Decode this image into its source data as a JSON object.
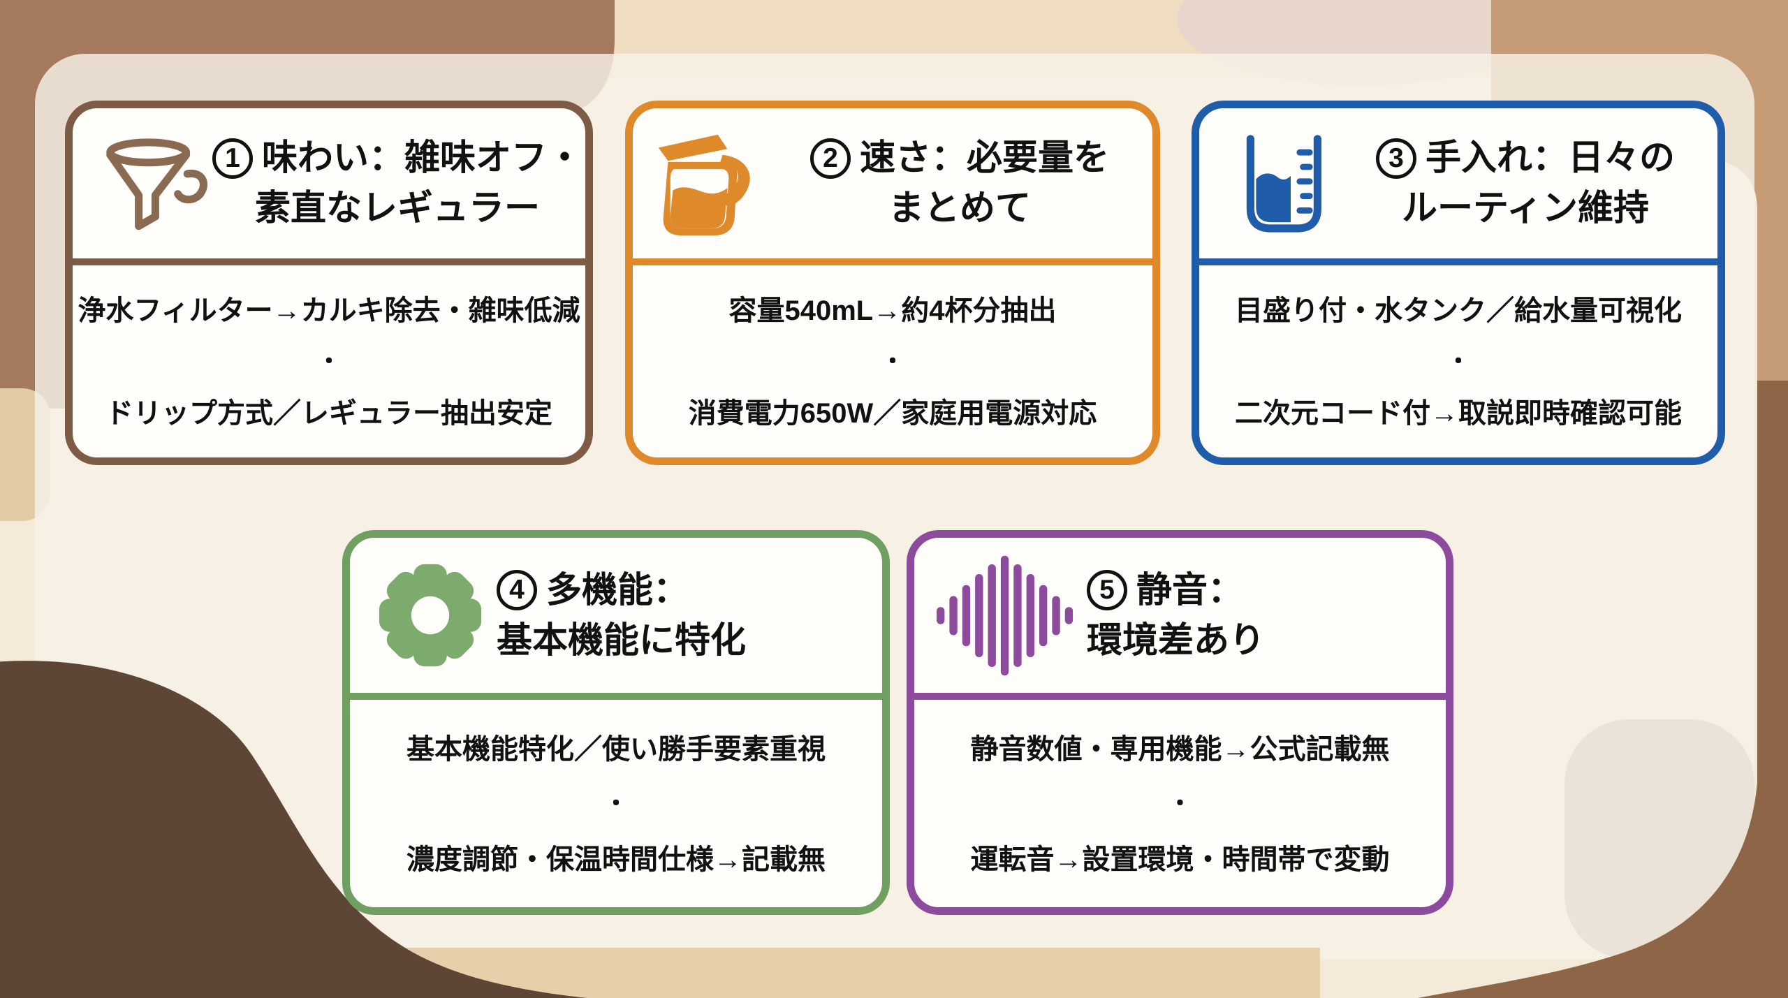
{
  "colors": {
    "base": "#f3ead9",
    "peach_top": "#f0dcc0",
    "mauve_blob": "#e8d6cc",
    "brown_top_left": "#a5795c",
    "tan_top_right": "#c59c76",
    "tan_left": "#e3cba6",
    "dark_brown_bottom_left": "#5e4637",
    "tan_bottom": "#e7cfa9",
    "brown_bottom_right": "#8f6547",
    "panel": "rgba(247,241,232,0.82)",
    "panel_inner_blob": "rgba(173,149,134,0.14)",
    "card_background": "#fffefb",
    "text": "#111111"
  },
  "cards": [
    {
      "number": "1",
      "icon": "funnel-icon",
      "accent": "#7d5b45",
      "icon_color": "#8a6a50",
      "title_line1": "味わい：雑味オフ・",
      "title_line2": "素直なレギュラー",
      "body_line1": "浄水フィルター→カルキ除去・雑味低減",
      "separator": "・",
      "body_line2": "ドリップ方式／レギュラー抽出安定"
    },
    {
      "number": "2",
      "icon": "carafe-icon",
      "accent": "#e0892b",
      "icon_color": "#de8a2a",
      "title_line1": "速さ：必要量を",
      "title_line2": "まとめて",
      "body_line1": "容量540mL→約4杯分抽出",
      "separator": "・",
      "body_line2": "消費電力650W／家庭用電源対応"
    },
    {
      "number": "3",
      "icon": "measuring-cup-icon",
      "accent": "#1f5caa",
      "icon_color": "#1f5caa",
      "title_line1": "手入れ：日々の",
      "title_line2": "ルーティン維持",
      "body_line1": "目盛り付・水タンク／給水量可視化",
      "separator": "・",
      "body_line2": "二次元コード付→取説即時確認可能"
    },
    {
      "number": "4",
      "icon": "gear-icon",
      "accent": "#6fa061",
      "icon_color": "#7cab6d",
      "title_line1": "多機能：",
      "title_line2": "基本機能に特化",
      "body_line1": "基本機能特化／使い勝手要素重視",
      "separator": "・",
      "body_line2": "濃度調節・保温時間仕様→記載無"
    },
    {
      "number": "5",
      "icon": "waveform-icon",
      "accent": "#8d4b9e",
      "icon_color": "#8d4b9e",
      "title_line1": "静音：",
      "title_line2": "環境差あり",
      "body_line1": "静音数値・専用機能→公式記載無",
      "separator": "・",
      "body_line2": "運転音→設置環境・時間帯で変動"
    }
  ]
}
